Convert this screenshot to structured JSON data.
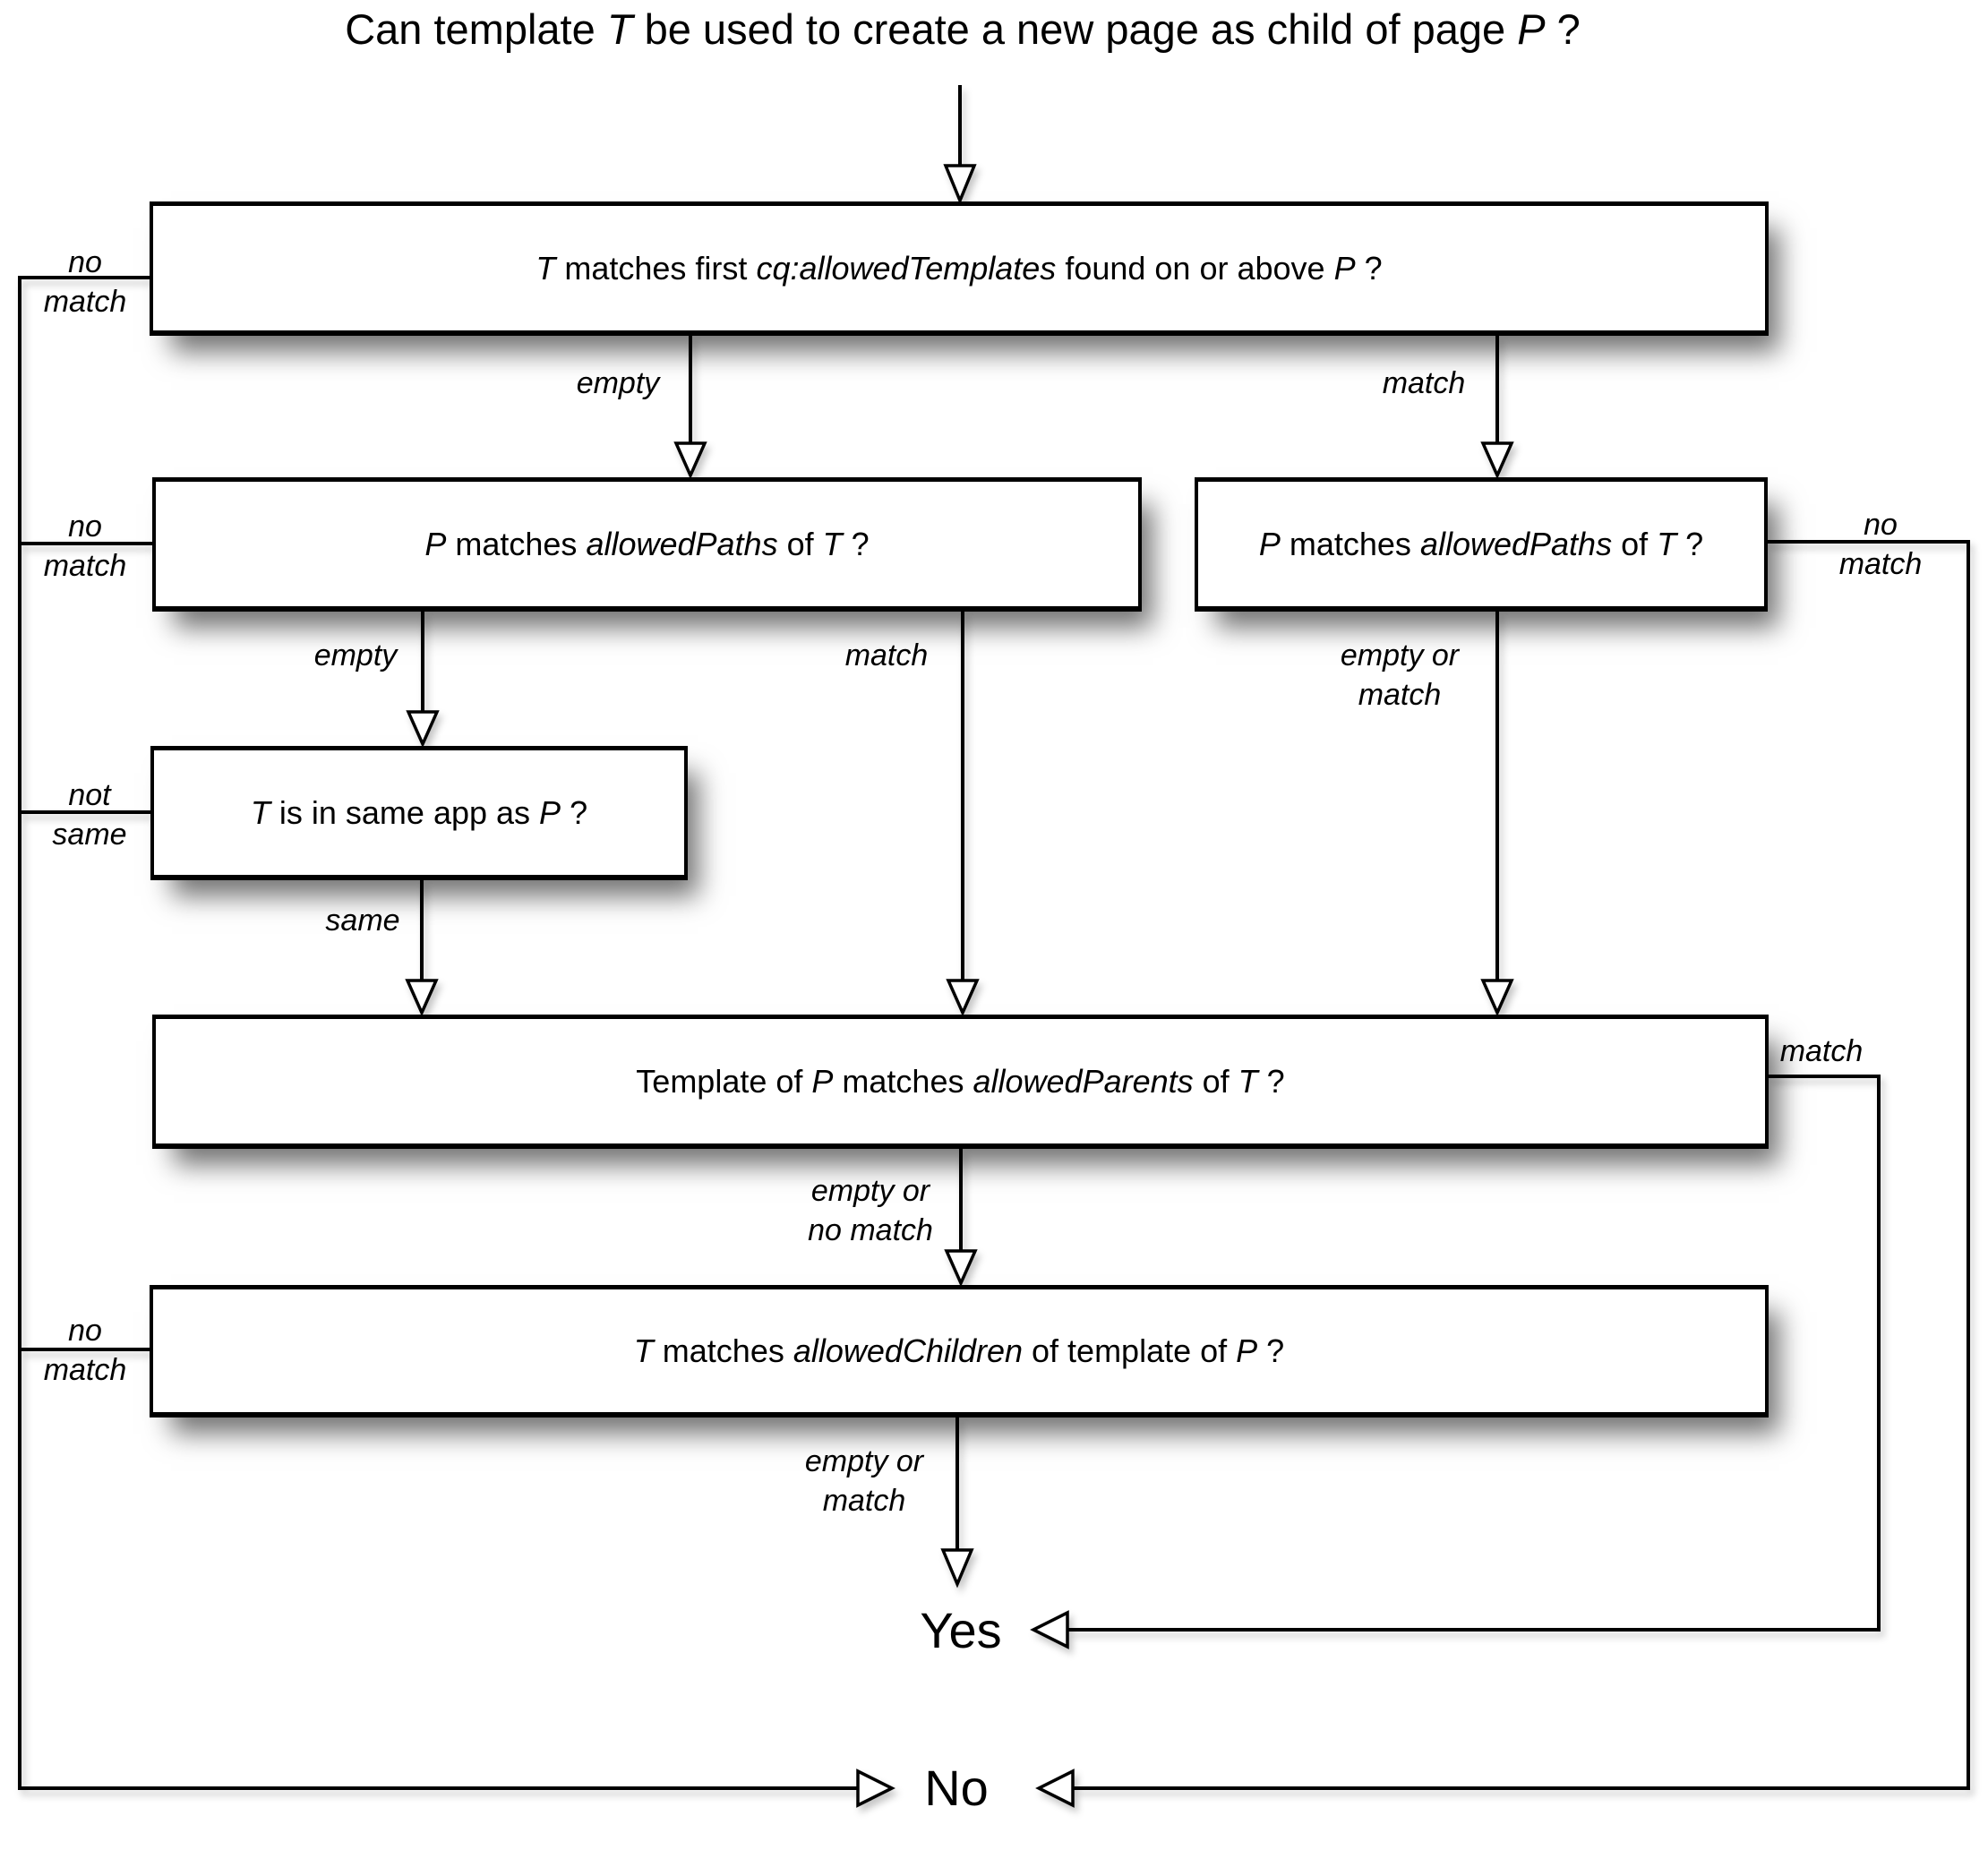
{
  "title": "Can template *T* be used to create a new page as child of page *P* ?",
  "nodes": {
    "allowed_templates": "*T* matches first *cq:allowedTemplates* found on or above *P* ?",
    "allowed_paths_left": "*P* matches *allowedPaths* of *T* ?",
    "allowed_paths_right": "*P* matches *allowedPaths* of *T* ?",
    "same_app": "*T* is in same app as *P* ?",
    "allowed_parents": "Template of *P* matches *allowedParents* of *T* ?",
    "allowed_children": "*T* matches *allowedChildren* of template of *P* ?"
  },
  "edge_labels": {
    "templates_no_match": "no\nmatch",
    "templates_empty": "empty",
    "templates_match": "match",
    "paths_left_no_match": "no\nmatch",
    "paths_left_empty": "empty",
    "paths_left_match": "match",
    "paths_right_no_match": "no\nmatch",
    "paths_right_empty_or_match": "empty or\nmatch",
    "same_app_not_same": "not\nsame",
    "same_app_same": "same",
    "parents_match": "match",
    "parents_empty_or_no_match": "empty or\nno match",
    "children_no_match": "no\nmatch",
    "children_empty_or_match": "empty or\nmatch"
  },
  "terminals": {
    "yes": "Yes",
    "no": "No"
  },
  "colors": {
    "line": "#000000",
    "box_fill": "#ffffff",
    "background": "#ffffff"
  }
}
